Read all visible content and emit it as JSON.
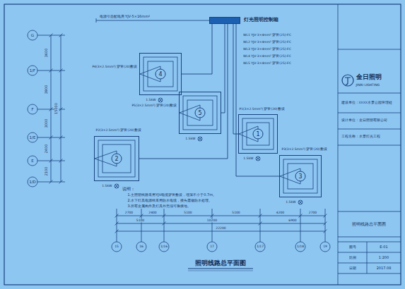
{
  "diagram": {
    "nodes": [
      {
        "text": [
          "灯光照明控制箱"
        ]
      },
      {
        "text": [
          "4"
        ]
      },
      {
        "text": [
          "5"
        ]
      },
      {
        "text": [
          "1"
        ]
      },
      {
        "text": [
          "2"
        ]
      },
      {
        "text": [
          "3"
        ]
      }
    ],
    "edges": [
      {
        "from": 0,
        "to": 1,
        "arrow": "none",
        "label": "WL1 YJV-3×4mm² 穿管(25)-FC"
      },
      {
        "from": 0,
        "to": 2,
        "arrow": "none",
        "label": "WL2 YJV-3×4mm² 穿管(25)-FC"
      },
      {
        "from": 0,
        "to": 3,
        "arrow": "none",
        "label": "WL3 YJV-3×4mm² 穿管(25)-FC"
      },
      {
        "from": 0,
        "to": 4,
        "arrow": "none",
        "label": "WL4 YJV-3×4mm² 穿管(25)-FC"
      },
      {
        "from": 0,
        "to": 5,
        "arrow": "none",
        "label": "WL5 YJV-3×4mm² 穿管(25)-FC"
      }
    ],
    "labels": [
      "G",
      "1/F",
      "F",
      "1/E",
      "E",
      "1/D",
      "3600",
      "3900",
      "3000",
      "2400",
      "2100",
      "15000",
      "15",
      "16",
      "1/16",
      "17",
      "1/17",
      "1/18",
      "19",
      "2700",
      "2400",
      "5100",
      "5100",
      "4200",
      "2700",
      "5100",
      "10200",
      "6900",
      "22200",
      "照明线路总平面图",
      "说明：",
      "1.主照明线路采用YJV电缆穿管敷设，埋深不小于0.7m。",
      "2.水下灯具电源线采用防水电缆，接头需做防水处理。",
      "3.所有金属构件及灯具外壳须可靠接地。",
      "电源引自配电房 YJV-5×16mm²",
      "P4(3×2.5mm²) 穿管(20)敷设",
      "P5(3×2.5mm²) 穿管(20)敷设",
      "P1(3×2.5mm²) 穿管(20)敷设",
      "P2(3×2.5mm²) 穿管(20)敷设",
      "P3(3×2.5mm²) 穿管(20)敷设",
      "1.5kW",
      "1.5kW",
      "1.5kW",
      "1.5kW",
      "1.5kW",
      "金日照明",
      "JINRI LIGHTING",
      "建设单位：XXXX水景公园管理处",
      "设计单位：金日照明有限公司",
      "工程名称：水景灯光工程",
      "照明线路总平面图",
      "图号",
      "E-01",
      "比例",
      "1:200",
      "日期",
      "2017.08"
    ]
  }
}
